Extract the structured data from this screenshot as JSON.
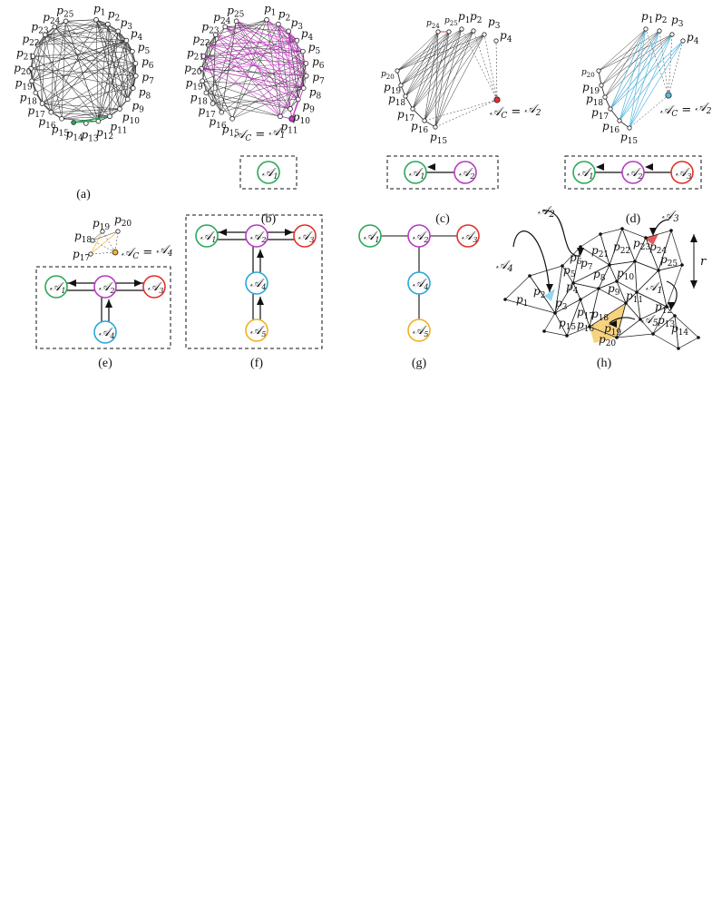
{
  "panels": [
    {
      "id": "a",
      "caption": "(a)"
    },
    {
      "id": "b",
      "caption": "(b)",
      "label": "𝒜C = 𝒜1"
    },
    {
      "id": "c",
      "caption": "(c)",
      "label": "𝒜C = 𝒜2"
    },
    {
      "id": "d",
      "caption": "(d)",
      "label": "𝒜C = 𝒜2"
    },
    {
      "id": "e",
      "caption": "(e)",
      "label": "𝒜C = 𝒜4"
    },
    {
      "id": "f",
      "caption": "(f)"
    },
    {
      "id": "g",
      "caption": "(g)"
    },
    {
      "id": "h",
      "caption": "(h)",
      "label": "r"
    }
  ],
  "clusters": {
    "A1": {
      "label": "𝒜1",
      "color": "#2aa85a"
    },
    "A2": {
      "label": "𝒜2",
      "color": "#b43cc0"
    },
    "A3": {
      "label": "𝒜3",
      "color": "#e0302a"
    },
    "A4": {
      "label": "𝒜4",
      "color": "#2aa6d8"
    },
    "A5": {
      "label": "𝒜5",
      "color": "#f0b020"
    }
  },
  "edge_colors": {
    "black": "#333333",
    "magenta": "#c83cc8",
    "cyan": "#5ab8e0",
    "yellow": "#f0b030",
    "green": "#2aa85a",
    "red": "#e03030"
  },
  "fills": {
    "cyan": "#8ad0f0",
    "yellow": "#f5c860",
    "red": "#e04848"
  }
}
